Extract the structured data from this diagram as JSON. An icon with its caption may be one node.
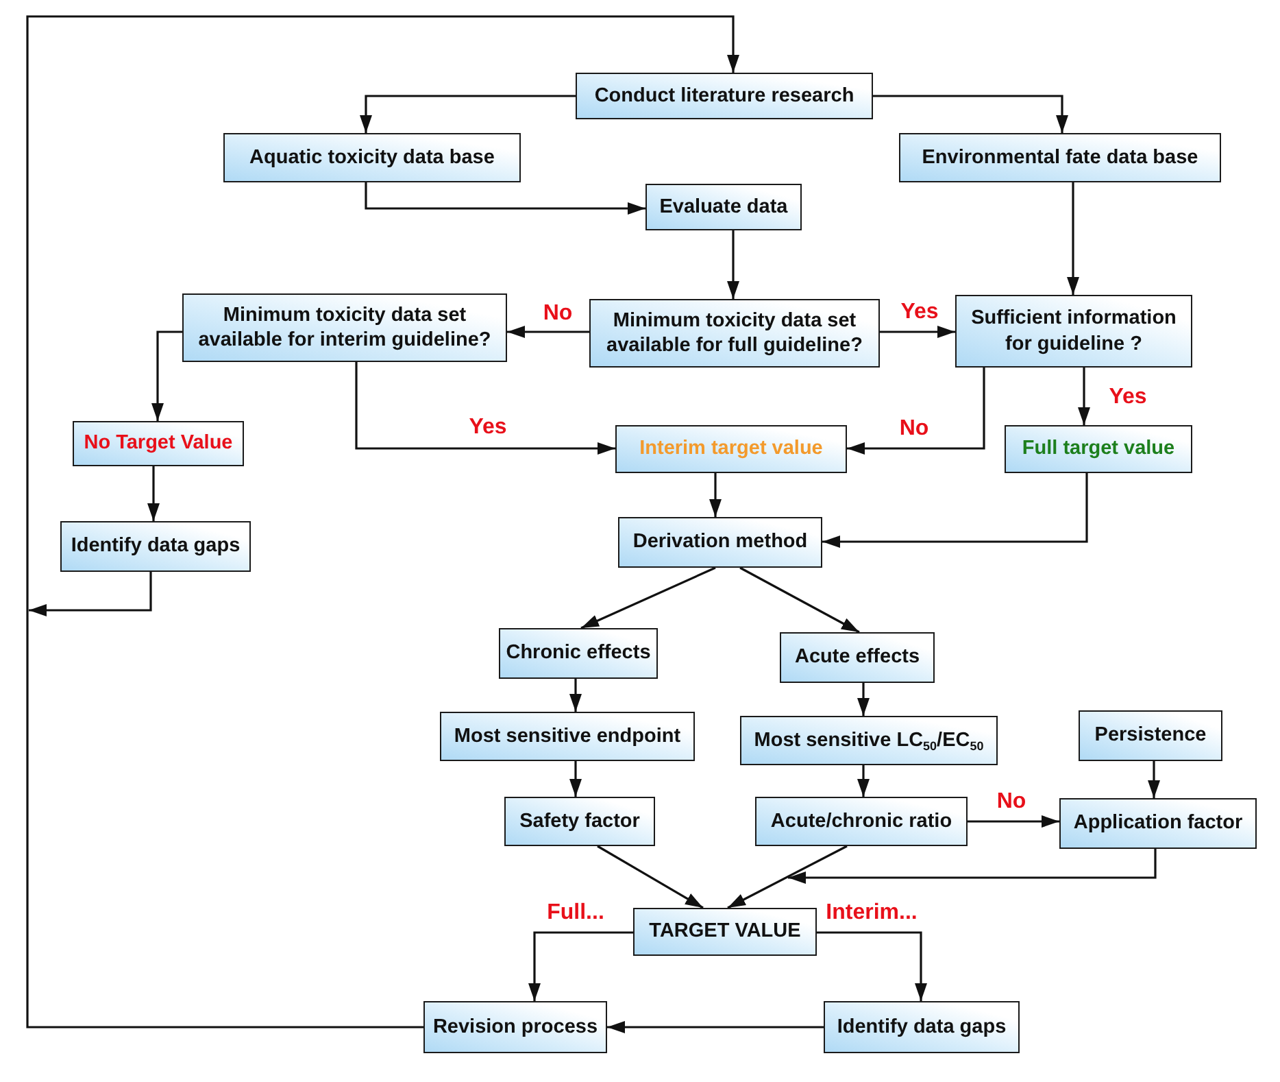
{
  "diagram": {
    "nodes": [
      {
        "text": [
          "Conduct literature research"
        ]
      },
      {
        "text": [
          "Aquatic toxicity data base"
        ]
      },
      {
        "text": [
          "Environmental fate data base"
        ]
      },
      {
        "text": [
          "Evaluate data"
        ]
      },
      {
        "text": [
          "Minimum toxicity data set available for interim guideline?"
        ]
      },
      {
        "text": [
          "Minimum toxicity data set available for full guideline?"
        ]
      },
      {
        "text": [
          "Sufficient information for guideline ?"
        ]
      },
      {
        "text": [
          "No Target Value"
        ]
      },
      {
        "text": [
          "Interim target value"
        ]
      },
      {
        "text": [
          "Full target value"
        ]
      },
      {
        "text": [
          "Identify data gaps"
        ]
      },
      {
        "text": [
          "Derivation method"
        ]
      },
      {
        "text": [
          "Chronic effects"
        ]
      },
      {
        "text": [
          "Acute effects"
        ]
      },
      {
        "text": [
          "Most sensitive endpoint"
        ]
      },
      {
        "text": [
          "Most sensitive LC$_{50}$/EC$_{50}$"
        ]
      },
      {
        "text": [
          "Persistence"
        ]
      },
      {
        "text": [
          "Safety factor"
        ]
      },
      {
        "text": [
          "Acute/chronic ratio"
        ]
      },
      {
        "text": [
          "Application factor"
        ]
      },
      {
        "text": [
          "TARGET VALUE"
        ]
      },
      {
        "text": [
          "Revision process"
        ]
      },
      {
        "text": [
          "Identify data gaps"
        ]
      }
    ],
    "edges": [
      {
        "from": 0,
        "to": 1,
        "arrow": "to"
      },
      {
        "from": 0,
        "to": 2,
        "arrow": "to"
      },
      {
        "from": 1,
        "to": 3,
        "arrow": "to"
      },
      {
        "from": 3,
        "to": 5,
        "arrow": "to"
      },
      {
        "from": 2,
        "to": 6,
        "arrow": "to"
      },
      {
        "from": 5,
        "to": 4,
        "arrow": "to",
        "label": "No"
      },
      {
        "from": 5,
        "to": 6,
        "arrow": "to",
        "label": "Yes"
      },
      {
        "from": 4,
        "to": 7,
        "arrow": "to"
      },
      {
        "from": 4,
        "to": 8,
        "arrow": "to",
        "label": "Yes"
      },
      {
        "from": 6,
        "to": 8,
        "arrow": "to",
        "label": "No"
      },
      {
        "from": 6,
        "to": 9,
        "arrow": "to",
        "label": "Yes"
      },
      {
        "from": 7,
        "to": 10,
        "arrow": "to"
      },
      {
        "from": 10,
        "to": 0,
        "arrow": "to"
      },
      {
        "from": 8,
        "to": 11,
        "arrow": "to"
      },
      {
        "from": 9,
        "to": 11,
        "arrow": "to"
      },
      {
        "from": 11,
        "to": 12,
        "arrow": "to"
      },
      {
        "from": 11,
        "to": 13,
        "arrow": "to"
      },
      {
        "from": 12,
        "to": 14,
        "arrow": "to"
      },
      {
        "from": 13,
        "to": 15,
        "arrow": "to"
      },
      {
        "from": 14,
        "to": 17,
        "arrow": "to"
      },
      {
        "from": 15,
        "to": 18,
        "arrow": "to"
      },
      {
        "from": 16,
        "to": 19,
        "arrow": "to"
      },
      {
        "from": 18,
        "to": 19,
        "arrow": "to",
        "label": "No"
      },
      {
        "from": 17,
        "to": 20,
        "arrow": "to"
      },
      {
        "from": 18,
        "to": 20,
        "arrow": "to"
      },
      {
        "from": 19,
        "to": 20,
        "arrow": "to"
      },
      {
        "from": 20,
        "to": 21,
        "arrow": "to",
        "label": "Full..."
      },
      {
        "from": 20,
        "to": 22,
        "arrow": "to",
        "label": "Interim..."
      },
      {
        "from": 22,
        "to": 21,
        "arrow": "to"
      },
      {
        "from": 21,
        "to": 0,
        "arrow": "to"
      }
    ]
  }
}
